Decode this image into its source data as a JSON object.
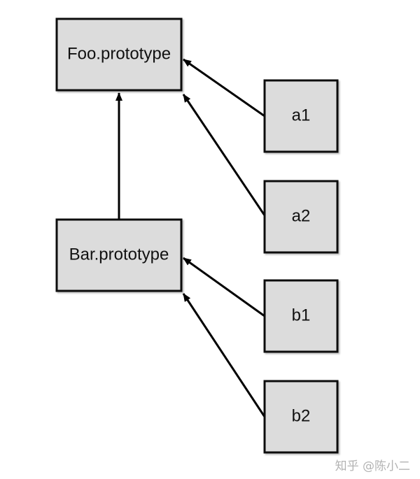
{
  "diagram": {
    "colors": {
      "box_fill": "#dcdcdc",
      "box_stroke": "#111111",
      "edge": "#000000",
      "watermark": "#b3b3b3"
    },
    "nodes": [
      {
        "id": "foo",
        "label": "Foo.prototype"
      },
      {
        "id": "bar",
        "label": "Bar.prototype"
      },
      {
        "id": "a1",
        "label": "a1"
      },
      {
        "id": "a2",
        "label": "a2"
      },
      {
        "id": "b1",
        "label": "b1"
      },
      {
        "id": "b2",
        "label": "b2"
      }
    ],
    "edges": [
      {
        "from": "a1",
        "to": "foo"
      },
      {
        "from": "a2",
        "to": "foo"
      },
      {
        "from": "bar",
        "to": "foo"
      },
      {
        "from": "b1",
        "to": "bar"
      },
      {
        "from": "b2",
        "to": "bar"
      }
    ]
  },
  "watermark": {
    "text": "知乎 @陈小二"
  }
}
